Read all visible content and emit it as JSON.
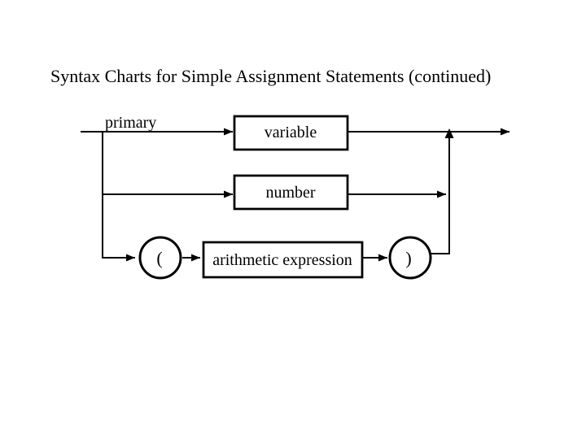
{
  "slide": {
    "title": "Syntax Charts for Simple Assignment Statements (continued)"
  },
  "colors": {
    "background": "#ffffff",
    "ink": "#000000"
  },
  "diagram": {
    "type": "railroad-syntax-chart",
    "rule_label": "primary",
    "branches": [
      {
        "type": "nonterminal",
        "label": "variable"
      },
      {
        "type": "nonterminal",
        "label": "number"
      },
      {
        "type": "sequence",
        "items": [
          {
            "type": "terminal",
            "label": "("
          },
          {
            "type": "nonterminal",
            "label": "arithmetic expression"
          },
          {
            "type": "terminal",
            "label": ")"
          }
        ]
      }
    ]
  }
}
